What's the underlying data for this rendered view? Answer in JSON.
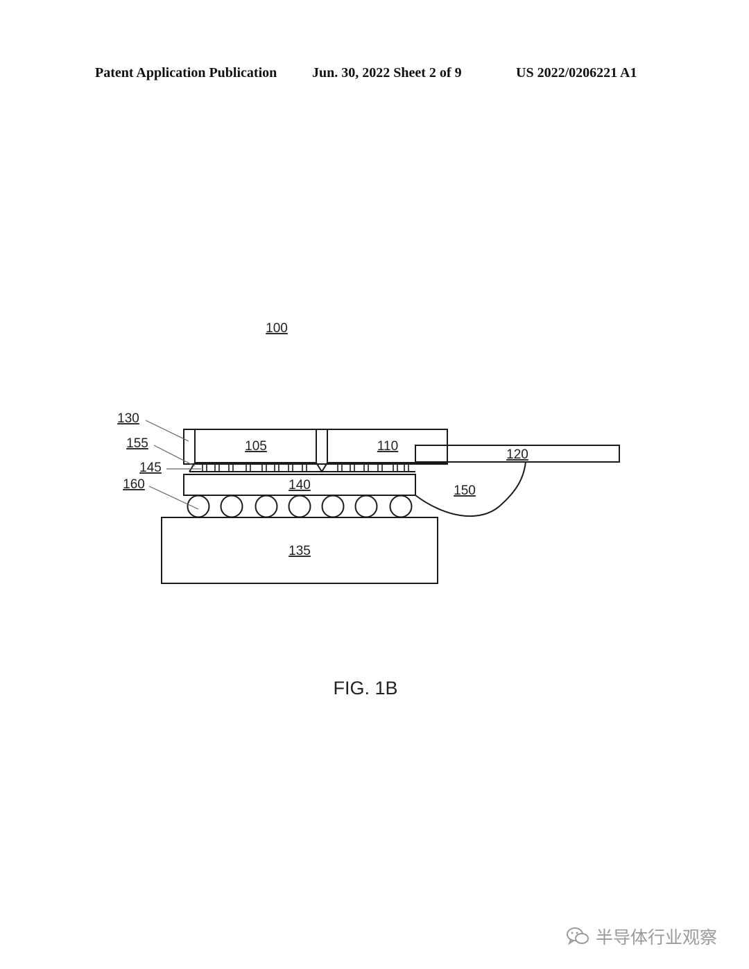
{
  "header": {
    "left": "Patent Application Publication",
    "middle": "Jun. 30, 2022  Sheet 2 of 9",
    "right": "US 2022/0206221 A1"
  },
  "figure": {
    "ref_assembly": "100",
    "labels": {
      "l105": "105",
      "l110": "110",
      "l120": "120",
      "l130": "130",
      "l135": "135",
      "l140": "140",
      "l145": "145",
      "l150": "150",
      "l155": "155",
      "l160": "160"
    },
    "caption": "FIG. 1B"
  },
  "watermark": {
    "text": "半导体行业观察",
    "icon": "wechat-icon"
  }
}
